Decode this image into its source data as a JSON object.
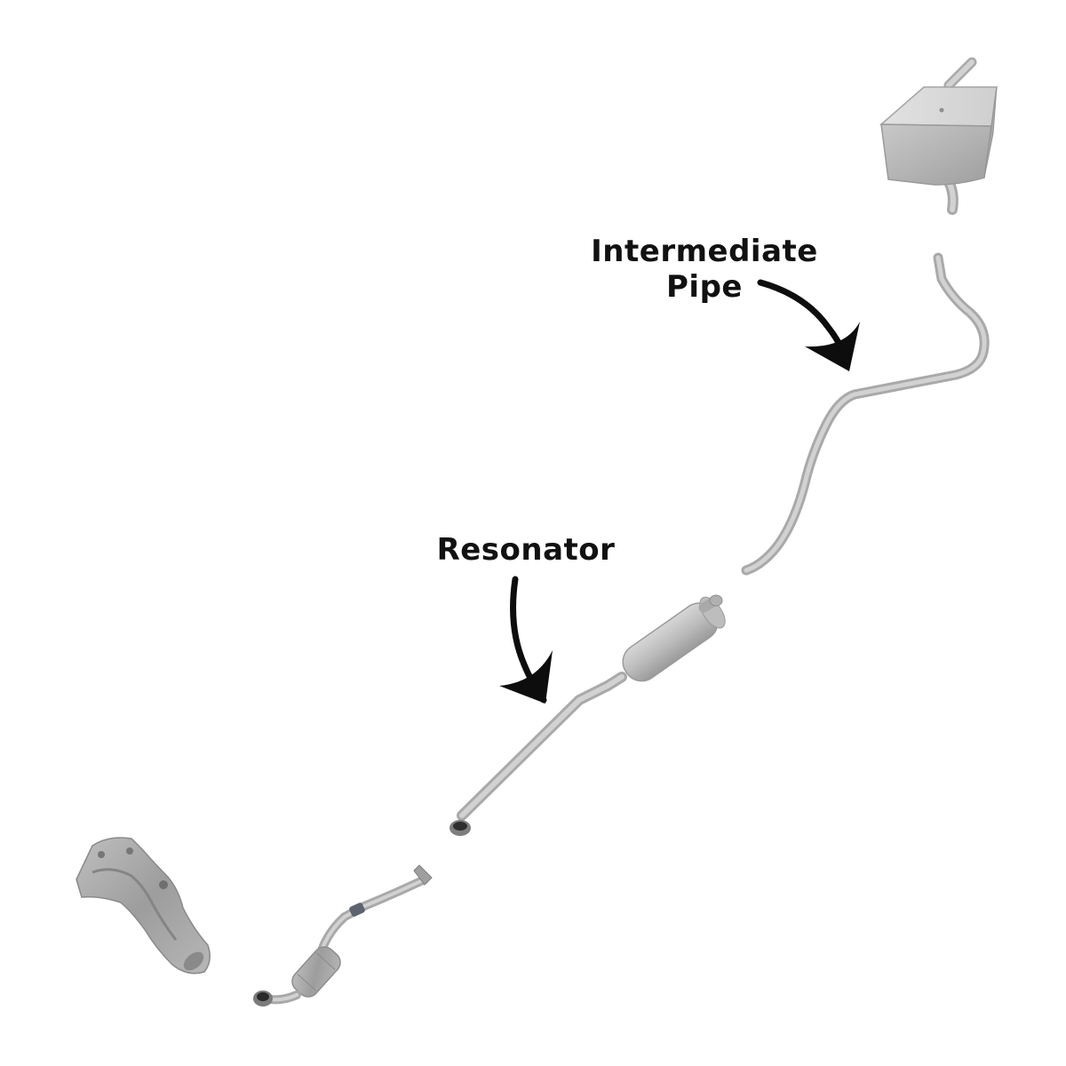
{
  "labels": {
    "intermediate_pipe_line1": "Intermediate",
    "intermediate_pipe_line2": "Pipe",
    "resonator": "Resonator"
  },
  "colors": {
    "background": "#ffffff",
    "metal": "#bdbdbd",
    "metal_dark": "#8f8f8f",
    "metal_light": "#dcdcdc",
    "ink": "#111111"
  }
}
